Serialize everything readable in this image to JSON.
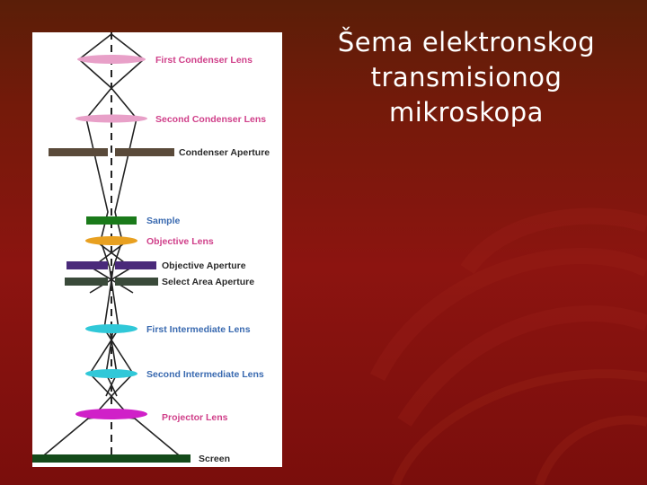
{
  "slide": {
    "title_lines": [
      "Šema elektronskog",
      "transmisionog",
      "mikroskopa"
    ]
  },
  "diagram": {
    "labels": {
      "first_condenser": "First Condenser Lens",
      "second_condenser": "Second Condenser Lens",
      "condenser_aperture": "Condenser Aperture",
      "sample": "Sample",
      "objective_lens": "Objective Lens",
      "objective_aperture": "Objective Aperture",
      "select_area_aperture": "Select Area Aperture",
      "first_intermediate": "First Intermediate Lens",
      "second_intermediate": "Second Intermediate Lens",
      "projector_lens": "Projector Lens",
      "screen": "Screen"
    },
    "colors": {
      "condenser_lens": "#e8a0c8",
      "aperture": "#5a4a3a",
      "sample": "#1a7a1a",
      "objective_lens": "#e8a020",
      "objective_aperture": "#4a2a7a",
      "intermediate_lens": "#30c8d8",
      "projector_lens": "#d020c8",
      "screen": "#144a1a",
      "label_pink": "#d0408a",
      "label_blue": "#3a6ab0",
      "label_dark": "#2a2a2a"
    }
  }
}
